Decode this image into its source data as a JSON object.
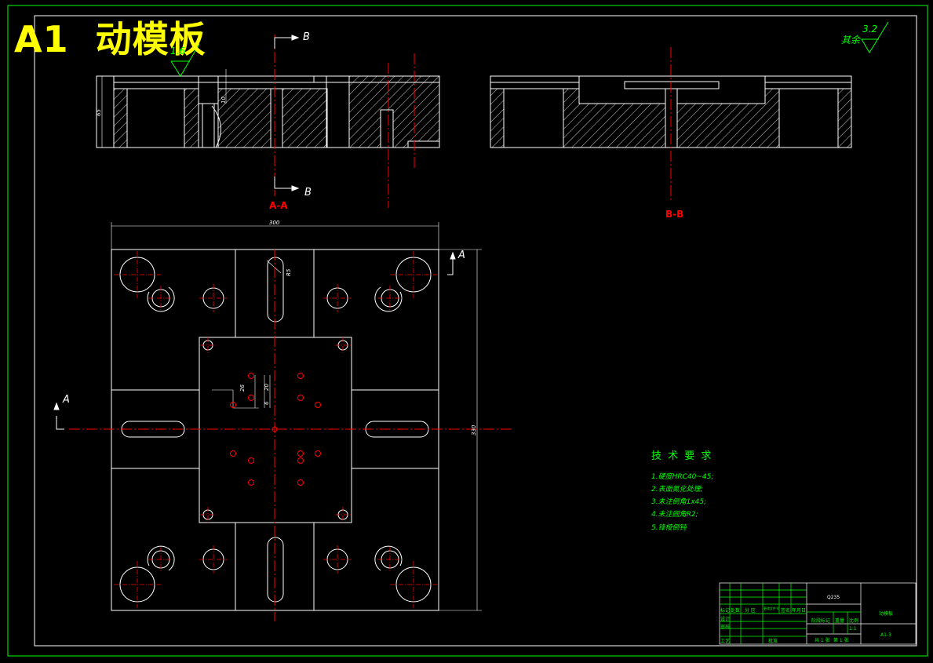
{
  "title": {
    "code": "A1",
    "name": "动模板"
  },
  "roughness": {
    "top_left": "1.6",
    "default_label": "其余",
    "default_value": "3.2"
  },
  "sections": {
    "aa": "A-A",
    "bb": "B-B"
  },
  "cut_marks": {
    "a_top": "A",
    "a_left": "A",
    "b_top": "B",
    "b_bottom": "B"
  },
  "dimensions": {
    "width": "300",
    "height": "330",
    "thickness": "65",
    "small_depth": "10",
    "slot_radius": "R5",
    "d1": "26",
    "d2": "20",
    "d3": "6"
  },
  "tech_requirements": {
    "heading": "技 术 要 求",
    "items": [
      "1.硬度HRC40~45;",
      "2.表面氮化处理;",
      "3.未注倒角1x45;",
      "4.未注圆角R2;",
      "5.锋棱倒钝"
    ]
  },
  "title_block": {
    "material": "Q235",
    "part_name": "动模板",
    "drawing_no": "A1-3",
    "rows": [
      "标记",
      "处数",
      "分 区",
      "更改文件号",
      "签名",
      "年月日"
    ],
    "labels": [
      "设计",
      "审核",
      "工艺",
      "批准"
    ],
    "stage_label": "阶段标记",
    "weight_label": "重量",
    "scale_label": "比例",
    "scale_value": "1:1",
    "sheets": "共 1 张",
    "sheet_no": "第 1 张"
  }
}
